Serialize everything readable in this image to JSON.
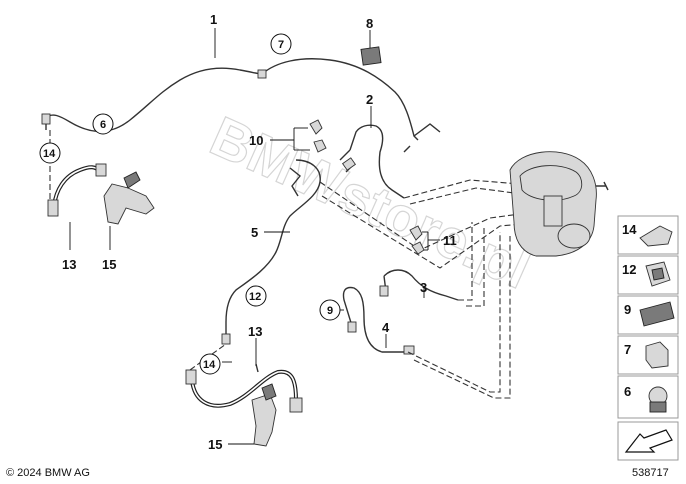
{
  "watermark": "BMWstore.pl",
  "copyright": "© 2024 BMW AG",
  "diagram_number": "538717",
  "callouts": {
    "c1": "1",
    "c2": "2",
    "c3": "3",
    "c4": "4",
    "c5": "5",
    "c6": "6",
    "c7": "7",
    "c8": "8",
    "c9": "9",
    "c10": "10",
    "c11": "11",
    "c12": "12",
    "c13a": "13",
    "c13b": "13",
    "c14a": "14",
    "c14b": "14",
    "c15a": "15",
    "c15b": "15"
  },
  "legend": {
    "items": [
      "14",
      "12",
      "9",
      "7",
      "6"
    ]
  }
}
